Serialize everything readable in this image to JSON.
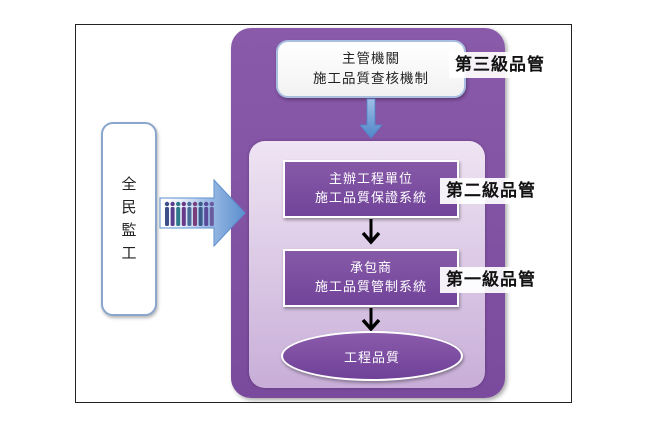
{
  "diagram": {
    "top_box": {
      "line1": "主管機關",
      "line2": "施工品質查核機制"
    },
    "side_box": {
      "text": "全民監工"
    },
    "process_level2": {
      "line1": "主辦工程單位",
      "line2": "施工品質保證系統"
    },
    "process_level1": {
      "line1": "承包商",
      "line2": "施工品質管制系統"
    },
    "outcome": {
      "text": "工程品質"
    },
    "levels": {
      "third": "第三級品管",
      "second": "第二級品管",
      "first": "第一級品管"
    },
    "people_icon_count": 9,
    "colors": {
      "outer_panel": "#7a4a9d",
      "inner_panel": "#e6d8ee",
      "process_box": "#7a4a9d",
      "top_box_border": "#a9bfe0",
      "connector_blue": "#5b8fcf",
      "arrow_black": "#000000"
    }
  }
}
